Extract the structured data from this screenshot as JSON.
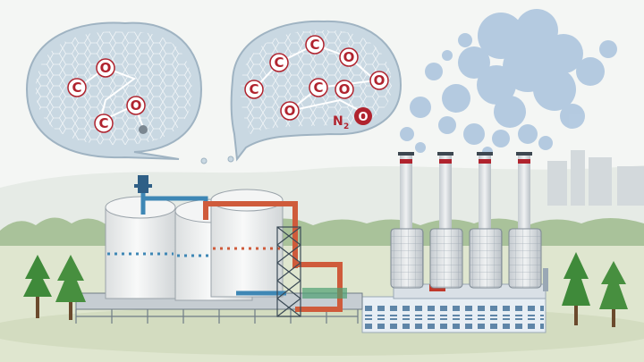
{
  "scene": {
    "description_labels": {
      "left_bubble": "molecule-bubble-left",
      "right_bubble": "molecule-bubble-right"
    },
    "left_molecules": [
      {
        "symbol": "C"
      },
      {
        "symbol": "O"
      },
      {
        "symbol": "C"
      },
      {
        "symbol": "O"
      }
    ],
    "right_molecules": [
      {
        "symbol": "C"
      },
      {
        "symbol": "C"
      },
      {
        "symbol": "O"
      },
      {
        "symbol": "C"
      },
      {
        "symbol": "O"
      },
      {
        "symbol": "C"
      },
      {
        "symbol": "O"
      },
      {
        "symbol": "O"
      }
    ],
    "nitrogen_label": {
      "symbol": "N",
      "subscript": "2",
      "oxygen": "O"
    },
    "colors": {
      "sky": "#f4f6f4",
      "ground": "#dfe6cf",
      "bubble_fill": "#c9d8e2",
      "bubble_stroke": "#9fb3c2",
      "molecule_red": "#b0232e",
      "tank_white": "#f1f2f1",
      "pipe_blue": "#3e87b5",
      "pipe_red": "#cf5b3b",
      "smoke_blue": "#a9c3dd",
      "tree_green": "#3f8a3a"
    }
  }
}
